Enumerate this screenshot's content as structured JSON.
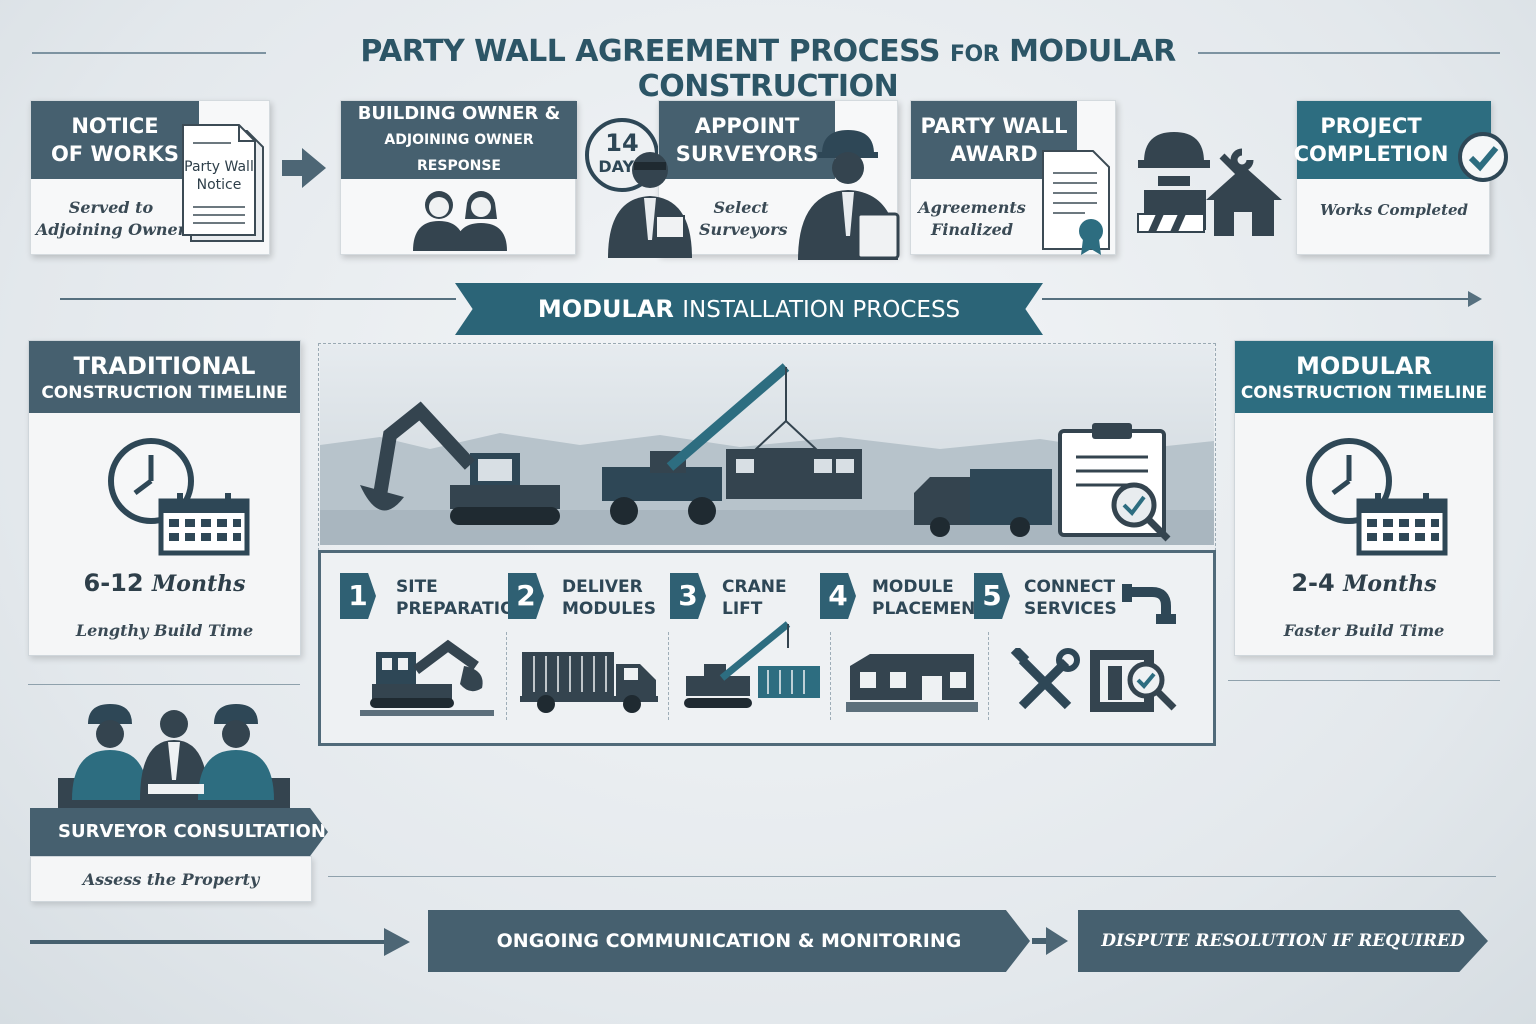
{
  "title": {
    "main": "PARTY WALL AGREEMENT PROCESS",
    "for": "FOR",
    "tail": "MODULAR CONSTRUCTION"
  },
  "steps": [
    {
      "heading_l1": "NOTICE",
      "heading_l2": "OF WORKS",
      "doc_l1": "Party Wall",
      "doc_l2": "Notice",
      "sub_l1": "Served to",
      "sub_l2": "Adjoining Owner"
    },
    {
      "heading_l1": "BUILDING OWNER &",
      "heading_l2": "ADJOINING OWNER RESPONSE"
    },
    {
      "badge_l1": "14",
      "badge_l2": "DAYS",
      "heading_l1": "APPOINT",
      "heading_l2": "SURVEYORS",
      "sub_l1": "Select",
      "sub_l2": "Surveyors"
    },
    {
      "heading_l1": "PARTY WALL",
      "heading_l2": "AWARD",
      "sub_l1": "Agreements",
      "sub_l2": "Finalized"
    },
    {
      "heading_l1": "PROJECT",
      "heading_l2": "COMPLETION",
      "sub_l1": "Works Completed"
    }
  ],
  "banner": {
    "bold": "MODULAR",
    "rest": "INSTALLATION PROCESS"
  },
  "traditional": {
    "h1": "TRADITIONAL",
    "h2": "CONSTRUCTION TIMELINE",
    "num": "6-12",
    "unit": "Months",
    "sub": "Lengthy Build Time"
  },
  "modular": {
    "h1": "MODULAR",
    "h2": "CONSTRUCTION TIMELINE",
    "num": "2-4",
    "unit": "Months",
    "sub": "Faster Build Time"
  },
  "install_steps": [
    {
      "num": "1",
      "l1": "SITE",
      "l2": "PREPARATION"
    },
    {
      "num": "2",
      "l1": "DELIVER",
      "l2": "MODULES"
    },
    {
      "num": "3",
      "l1": "CRANE",
      "l2": "LIFT"
    },
    {
      "num": "4",
      "l1": "MODULE",
      "l2": "PLACEMENT"
    },
    {
      "num": "5",
      "l1": "CONNECT",
      "l2": "SERVICES"
    }
  ],
  "surveyor": {
    "heading": "SURVEYOR CONSULTATION",
    "sub": "Assess the Property"
  },
  "bottom": {
    "ongoing": "ONGOING COMMUNICATION & MONITORING",
    "dispute": "DISPUTE RESOLUTION IF REQUIRED"
  },
  "colors": {
    "slate": "#46606f",
    "teal": "#2d6d80",
    "dark": "#2e4756"
  }
}
